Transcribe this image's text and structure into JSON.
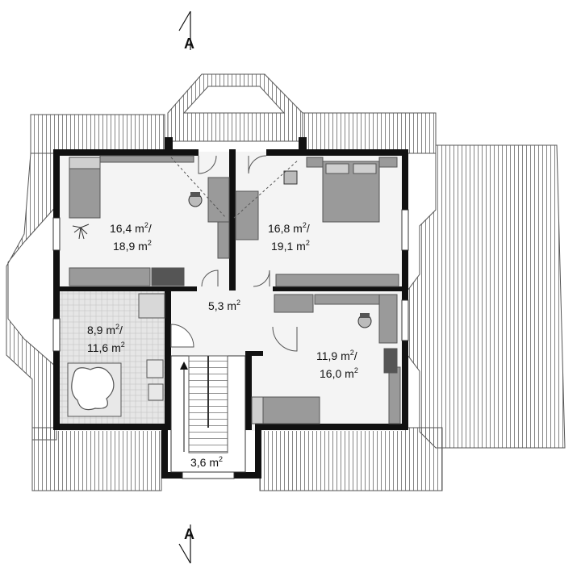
{
  "section_marker": {
    "top": "A",
    "bottom": "A"
  },
  "rooms": [
    {
      "id": "bedroom-1",
      "line1": "16,4 m",
      "line1_suffix": "/",
      "line2": "18,9 m"
    },
    {
      "id": "bedroom-2",
      "line1": "16,8 m",
      "line1_suffix": "/",
      "line2": "19,1 m"
    },
    {
      "id": "hall",
      "line1": "5,3 m"
    },
    {
      "id": "bathroom",
      "line1": "8,9 m",
      "line1_suffix": "/",
      "line2": "11,6 m"
    },
    {
      "id": "bedroom-3",
      "line1": "11,9 m",
      "line1_suffix": "/",
      "line2": "16,0 m"
    },
    {
      "id": "stairs",
      "line1": "3,6 m"
    }
  ],
  "superscript": "2",
  "colors": {
    "wall": "#111111",
    "furniture": "#9a9a9a",
    "floor": "#f4f4f4",
    "roof_line": "#555555",
    "tile": "#bdbdbd"
  }
}
